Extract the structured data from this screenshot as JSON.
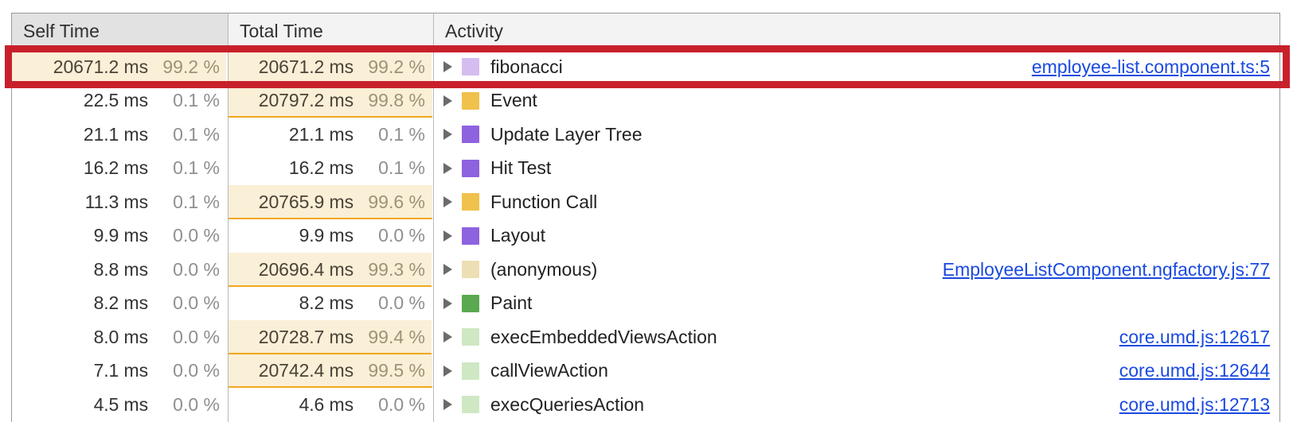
{
  "table": {
    "columns": [
      {
        "key": "self_time",
        "label": "Self Time",
        "sorted": true
      },
      {
        "key": "total_time",
        "label": "Total Time",
        "sorted": false
      },
      {
        "key": "activity",
        "label": "Activity",
        "sorted": false
      }
    ],
    "rows": [
      {
        "self_ms": "20671.2 ms",
        "self_pct": "99.2 %",
        "self_pct_value": 99.2,
        "total_ms": "20671.2 ms",
        "total_pct": "99.2 %",
        "total_pct_value": 99.2,
        "activity": "fibonacci",
        "swatch": "#d6bdf0",
        "swatch_name": "activity-color-swatch-scripting-light",
        "link": "employee-list.component.ts:5",
        "highlighted": true,
        "annotated": true
      },
      {
        "self_ms": "22.5 ms",
        "self_pct": "0.1 %",
        "self_pct_value": 0.1,
        "total_ms": "20797.2 ms",
        "total_pct": "99.8 %",
        "total_pct_value": 99.8,
        "activity": "Event",
        "swatch": "#f0c14b",
        "swatch_name": "activity-color-swatch-event",
        "link": "",
        "highlighted": false,
        "annotated": false
      },
      {
        "self_ms": "21.1 ms",
        "self_pct": "0.1 %",
        "self_pct_value": 0.1,
        "total_ms": "21.1 ms",
        "total_pct": "0.1 %",
        "total_pct_value": 0.1,
        "activity": "Update Layer Tree",
        "swatch": "#8f62e0",
        "swatch_name": "activity-color-swatch-rendering",
        "link": "",
        "highlighted": false,
        "annotated": false
      },
      {
        "self_ms": "16.2 ms",
        "self_pct": "0.1 %",
        "self_pct_value": 0.1,
        "total_ms": "16.2 ms",
        "total_pct": "0.1 %",
        "total_pct_value": 0.1,
        "activity": "Hit Test",
        "swatch": "#8f62e0",
        "swatch_name": "activity-color-swatch-rendering",
        "link": "",
        "highlighted": false,
        "annotated": false
      },
      {
        "self_ms": "11.3 ms",
        "self_pct": "0.1 %",
        "self_pct_value": 0.1,
        "total_ms": "20765.9 ms",
        "total_pct": "99.6 %",
        "total_pct_value": 99.6,
        "activity": "Function Call",
        "swatch": "#f0c14b",
        "swatch_name": "activity-color-swatch-scripting",
        "link": "",
        "highlighted": false,
        "annotated": false
      },
      {
        "self_ms": "9.9 ms",
        "self_pct": "0.0 %",
        "self_pct_value": 0.0,
        "total_ms": "9.9 ms",
        "total_pct": "0.0 %",
        "total_pct_value": 0.0,
        "activity": "Layout",
        "swatch": "#8f62e0",
        "swatch_name": "activity-color-swatch-rendering",
        "link": "",
        "highlighted": false,
        "annotated": false
      },
      {
        "self_ms": "8.8 ms",
        "self_pct": "0.0 %",
        "self_pct_value": 0.0,
        "total_ms": "20696.4 ms",
        "total_pct": "99.3 %",
        "total_pct_value": 99.3,
        "activity": "(anonymous)",
        "swatch": "#eddfb4",
        "swatch_name": "activity-color-swatch-scripting-pale",
        "link": "EmployeeListComponent.ngfactory.js:77",
        "highlighted": false,
        "annotated": false
      },
      {
        "self_ms": "8.2 ms",
        "self_pct": "0.0 %",
        "self_pct_value": 0.0,
        "total_ms": "8.2 ms",
        "total_pct": "0.0 %",
        "total_pct_value": 0.0,
        "activity": "Paint",
        "swatch": "#5aa84f",
        "swatch_name": "activity-color-swatch-painting",
        "link": "",
        "highlighted": false,
        "annotated": false
      },
      {
        "self_ms": "8.0 ms",
        "self_pct": "0.0 %",
        "self_pct_value": 0.0,
        "total_ms": "20728.7 ms",
        "total_pct": "99.4 %",
        "total_pct_value": 99.4,
        "activity": "execEmbeddedViewsAction",
        "swatch": "#cfe8c4",
        "swatch_name": "activity-color-swatch-painting-light",
        "link": "core.umd.js:12617",
        "highlighted": false,
        "annotated": false
      },
      {
        "self_ms": "7.1 ms",
        "self_pct": "0.0 %",
        "self_pct_value": 0.0,
        "total_ms": "20742.4 ms",
        "total_pct": "99.5 %",
        "total_pct_value": 99.5,
        "activity": "callViewAction",
        "swatch": "#cfe8c4",
        "swatch_name": "activity-color-swatch-painting-light",
        "link": "core.umd.js:12644",
        "highlighted": false,
        "annotated": false
      },
      {
        "self_ms": "4.5 ms",
        "self_pct": "0.0 %",
        "self_pct_value": 0.0,
        "total_ms": "4.6 ms",
        "total_pct": "0.0 %",
        "total_pct_value": 0.0,
        "activity": "execQueriesAction",
        "swatch": "#cfe8c4",
        "swatch_name": "activity-color-swatch-painting-light",
        "link": "core.umd.js:12713",
        "highlighted": false,
        "annotated": false
      }
    ]
  },
  "annotation": {
    "color": "#c8202b",
    "target_row_index": 0
  },
  "colors": {
    "highlight_fill": "#faefd7",
    "bar": "#f0a81e",
    "link": "#1a4ae0",
    "header_sorted_bg": "#e2e2e2",
    "header_bg": "#f3f3f3",
    "border": "#9a9a9a"
  }
}
